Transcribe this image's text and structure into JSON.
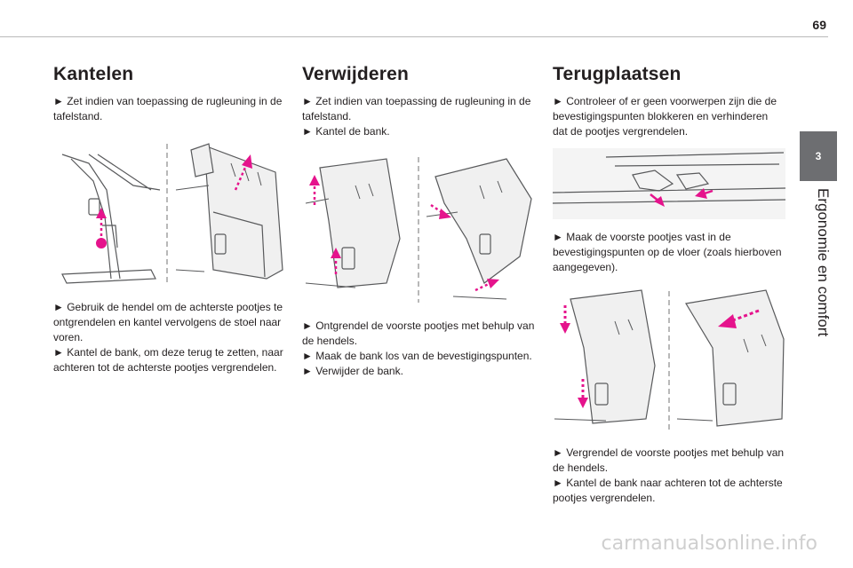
{
  "header": {
    "page_number": "69"
  },
  "chapter": {
    "number": "3",
    "title": "Ergonomie en comfort"
  },
  "sections": [
    {
      "title": "Kantelen",
      "intro": [
        "► Zet indien van toepassing de rugleuning in de tafelstand."
      ],
      "after": [
        "► Gebruik de hendel om de achterste pootjes te ontgrendelen en kantel vervolgens de stoel naar voren.",
        "► Kantel de bank, om deze terug te zetten, naar achteren tot de achterste pootjes vergrendelen."
      ]
    },
    {
      "title": "Verwijderen",
      "intro": [
        "► Zet indien van toepassing de rugleuning in de tafelstand.",
        "► Kantel de bank."
      ],
      "after": [
        "► Ontgrendel de voorste pootjes met behulp van de hendels.",
        "► Maak de bank los van de bevestigingspunten.",
        "► Verwijder de bank."
      ]
    },
    {
      "title": "Terugplaatsen",
      "intro": [
        "► Controleer of er geen voorwerpen zijn die de bevestigingspunten blokkeren en verhinderen dat de pootjes vergrendelen."
      ],
      "middle": [
        "► Maak de voorste pootjes vast in de bevestigingspunten op de vloer (zoals hierboven aangegeven)."
      ],
      "after": [
        "► Vergrendel de voorste pootjes met behulp van de hendels.",
        "► Kantel de bank naar achteren tot de achterste pootjes vergrendelen."
      ]
    }
  ],
  "footer": {
    "watermark": "carmanualsonline.info"
  },
  "colors": {
    "arrow": "#e5138c",
    "line": "#58595b",
    "tab": "#6d6e71"
  }
}
